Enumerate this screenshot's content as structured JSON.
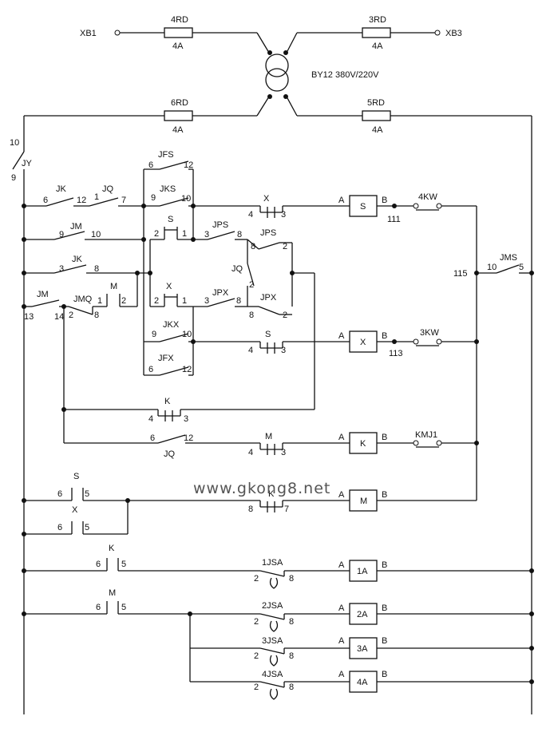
{
  "terminals": {
    "xb1": "XB1",
    "xb3": "XB3"
  },
  "fuses": [
    {
      "id": "4RD",
      "rating": "4A"
    },
    {
      "id": "3RD",
      "rating": "4A"
    },
    {
      "id": "6RD",
      "rating": "4A"
    },
    {
      "id": "5RD",
      "rating": "4A"
    }
  ],
  "transformer": {
    "label": "BY12 380V/220V"
  },
  "jy": {
    "name": "JY",
    "n_top": "10",
    "n_bot": "9"
  },
  "contacts": {
    "jk1": {
      "name": "JK",
      "a": "6",
      "b": "12"
    },
    "jq1": {
      "name": "JQ",
      "a": "1",
      "b": "7"
    },
    "jfs": {
      "name": "JFS",
      "a": "6",
      "b": "12"
    },
    "jks": {
      "name": "JKS",
      "a": "9",
      "b": "10"
    },
    "x1": {
      "name": "X",
      "a": "4",
      "b": "3"
    },
    "jm1": {
      "name": "JM",
      "a": "9",
      "b": "10"
    },
    "s1": {
      "name": "S",
      "a": "2",
      "b": "1"
    },
    "jps1": {
      "name": "JPS",
      "a": "3",
      "b": "8"
    },
    "jps2": {
      "name": "JPS",
      "a": "8",
      "b": "2"
    },
    "jk2": {
      "name": "JK",
      "a": "3",
      "b": "8"
    },
    "jq2": {
      "name": "JQ",
      "a": "2",
      "b": "8"
    },
    "m1": {
      "name": "M",
      "a": "1",
      "b": "2"
    },
    "jm2": {
      "name": "JM",
      "a": "13",
      "b": "14"
    },
    "jmq": {
      "name": "JMQ",
      "a": "2",
      "b": "8"
    },
    "x2": {
      "name": "X",
      "a": "2",
      "b": "1"
    },
    "jpx1": {
      "name": "JPX",
      "a": "3",
      "b": "8"
    },
    "jpx2": {
      "name": "JPX",
      "a": "8",
      "b": "2"
    },
    "jkx": {
      "name": "JKX",
      "a": "9",
      "b": "10"
    },
    "s2": {
      "name": "S",
      "a": "4",
      "b": "3"
    },
    "jfx": {
      "name": "JFX",
      "a": "6",
      "b": "12"
    },
    "k1": {
      "name": "K",
      "a": "4",
      "b": "3"
    },
    "jq3": {
      "name": "JQ",
      "a": "6",
      "b": "12"
    },
    "m2": {
      "name": "M",
      "a": "4",
      "b": "3"
    },
    "jms": {
      "name": "JMS",
      "a": "10",
      "b": "5"
    },
    "s3": {
      "name": "S",
      "a": "6",
      "b": "5"
    },
    "x3": {
      "name": "X",
      "a": "6",
      "b": "5"
    },
    "k2": {
      "name": "K",
      "a": "8",
      "b": "7"
    },
    "k3": {
      "name": "K",
      "a": "6",
      "b": "5"
    },
    "m3": {
      "name": "M",
      "a": "6",
      "b": "5"
    },
    "jsa1": {
      "name": "1JSA",
      "a": "2",
      "b": "8"
    },
    "jsa2": {
      "name": "2JSA",
      "a": "2",
      "b": "8"
    },
    "jsa3": {
      "name": "3JSA",
      "a": "2",
      "b": "8"
    },
    "jsa4": {
      "name": "4JSA",
      "a": "2",
      "b": "8"
    }
  },
  "limits": [
    {
      "id": "4KW",
      "node": "111"
    },
    {
      "id": "3KW",
      "node": "113"
    },
    {
      "id": "KMJ1",
      "node": ""
    }
  ],
  "node_115": "115",
  "coils": [
    {
      "id": "S",
      "a": "A",
      "b": "B"
    },
    {
      "id": "X",
      "a": "A",
      "b": "B"
    },
    {
      "id": "K",
      "a": "A",
      "b": "B"
    },
    {
      "id": "M",
      "a": "A",
      "b": "B"
    },
    {
      "id": "1A",
      "a": "A",
      "b": "B"
    },
    {
      "id": "2A",
      "a": "A",
      "b": "B"
    },
    {
      "id": "3A",
      "a": "A",
      "b": "B"
    },
    {
      "id": "4A",
      "a": "A",
      "b": "B"
    }
  ],
  "watermark": "www.gkong8.net"
}
